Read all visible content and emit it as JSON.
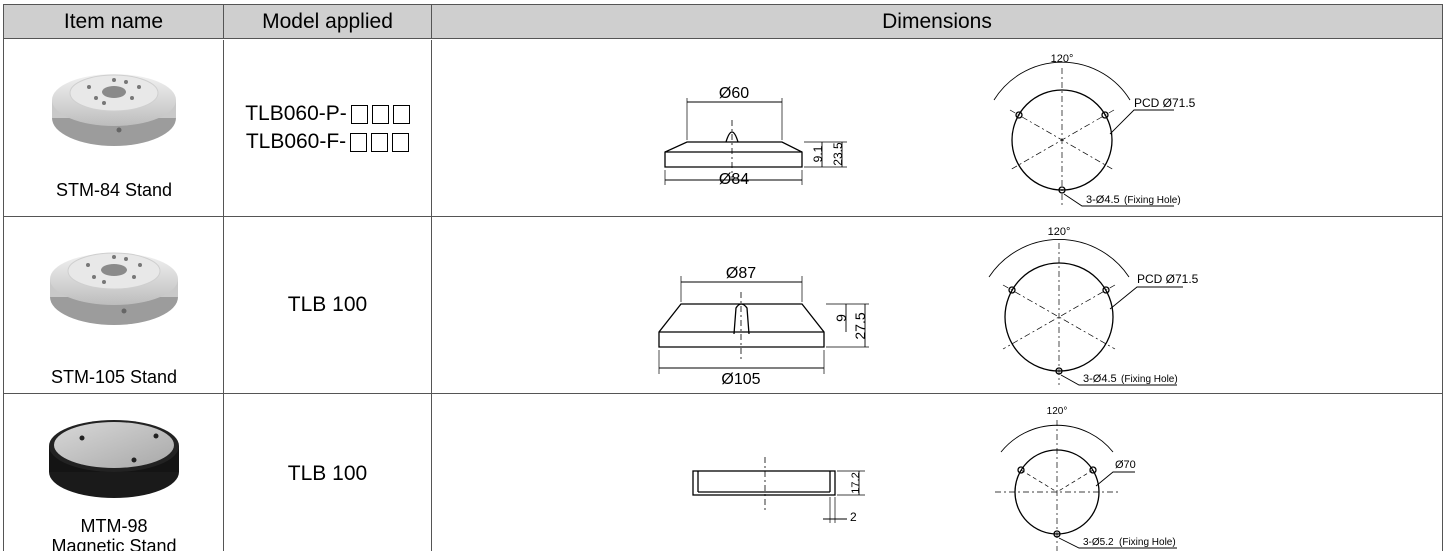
{
  "headers": {
    "item_name": "Item name",
    "model_applied": "Model applied",
    "dimensions": "Dimensions"
  },
  "rows": [
    {
      "item": "STM-84 Stand",
      "models": [
        "TLB060-P-",
        "TLB060-F-"
      ],
      "photo_icon": "white-round-stand-icon",
      "side_view": {
        "top_dia": "Ø60",
        "bottom_dia": "Ø84",
        "h1": "9.1",
        "h2": "23.5"
      },
      "top_view": {
        "angle": "120°",
        "pcd": "PCD Ø71.5",
        "hole": "3-Ø4.5",
        "hole_note": "(Fixing Hole)"
      }
    },
    {
      "item": "STM-105 Stand",
      "models": [
        "TLB 100"
      ],
      "photo_icon": "white-round-stand-icon",
      "side_view": {
        "top_dia": "Ø87",
        "bottom_dia": "Ø105",
        "h1": "9",
        "h2": "27.5"
      },
      "top_view": {
        "angle": "120°",
        "pcd": "PCD Ø71.5",
        "hole": "3-Ø4.5",
        "hole_note": "(Fixing Hole)"
      }
    },
    {
      "item_line1": "MTM-98",
      "item_line2": "Magnetic Stand",
      "models": [
        "TLB 100"
      ],
      "photo_icon": "magnetic-stand-icon",
      "side_view": {
        "h1": "17.2",
        "t": "2"
      },
      "top_view": {
        "angle": "120°",
        "pcd": "Ø70",
        "hole": "3-Ø5.2",
        "hole_note": "(Fixing Hole)"
      }
    }
  ]
}
